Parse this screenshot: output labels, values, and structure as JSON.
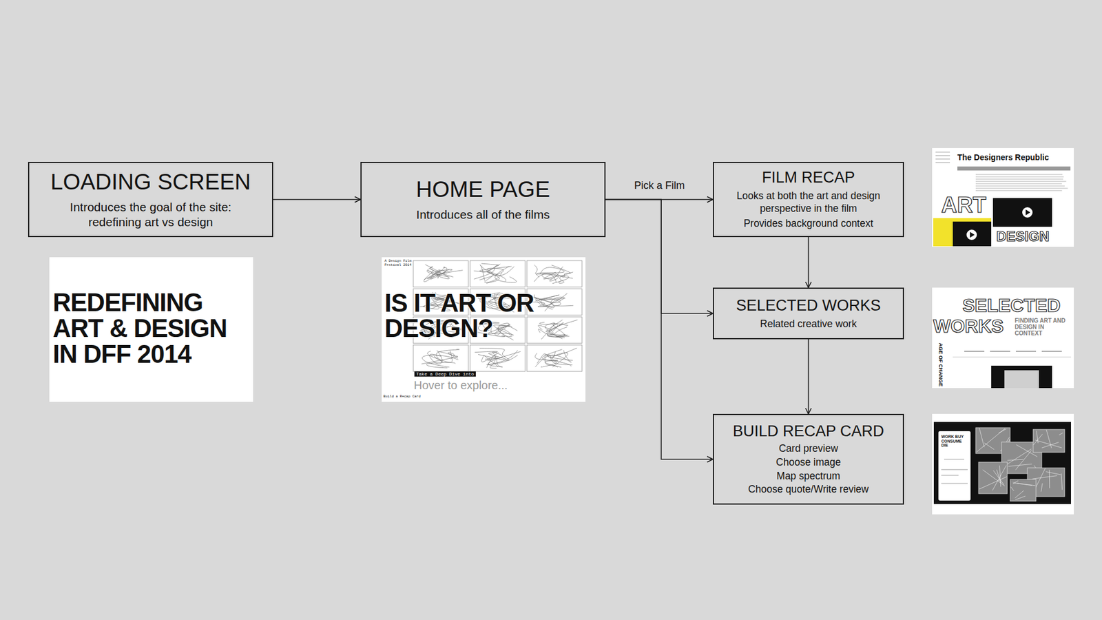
{
  "diagram": {
    "nodes": [
      {
        "text": [
          "LOADING SCREEN",
          "Introduces the goal of the site: redefining art vs design"
        ]
      },
      {
        "text": [
          "HOME PAGE",
          "Introduces all of the films"
        ]
      },
      {
        "text": [
          "FILM RECAP",
          "Looks at both the art and design perspective in the film",
          "Provides background context"
        ]
      },
      {
        "text": [
          "SELECTED WORKS",
          "Related creative work"
        ]
      },
      {
        "text": [
          "BUILD RECAP CARD",
          "Card preview",
          "Choose image",
          "Map spectrum",
          "Choose quote/Write review"
        ]
      }
    ],
    "edges": [
      {
        "from": 0,
        "to": 1,
        "arrow": "to"
      },
      {
        "from": 1,
        "to": 2,
        "label": "Pick a Film",
        "arrow": "to"
      },
      {
        "from": 1,
        "to": 3,
        "arrow": "to"
      },
      {
        "from": 1,
        "to": 4,
        "arrow": "to"
      },
      {
        "from": 2,
        "to": 3,
        "arrow": "to"
      },
      {
        "from": 3,
        "to": 4,
        "arrow": "to"
      }
    ],
    "labels": [
      "REDEFINING ART & DESIGN IN DFF 2014",
      "A Design Film Festival 2014",
      "IS IT ART OR DESIGN?",
      "Take a Deep Dive into",
      "Hover to explore...",
      "Build a Recap Card",
      "The Designers Republic",
      "ART",
      "DESIGN",
      "SELECTED",
      "WORKS",
      "FINDING ART AND DESIGN IN CONTEXT",
      "AGE OF CHANGE",
      "WORK BUY CONSUME DIE"
    ]
  }
}
